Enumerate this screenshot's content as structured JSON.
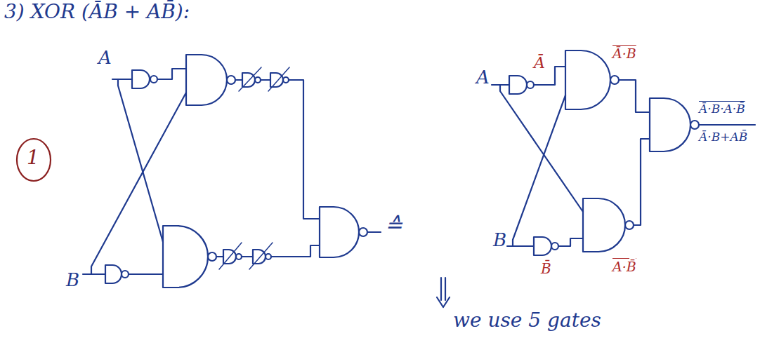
{
  "diagram": {
    "title": "3) XOR (ĀB + AB̄):",
    "labels": [
      "A",
      "B",
      "1",
      "≙",
      "we use 5 gates",
      "A",
      "Ā",
      "Ā·B",
      "B",
      "B̄",
      "A·B̄",
      "Ā·B·A·B̄",
      "Ā·B+AB̄"
    ]
  }
}
